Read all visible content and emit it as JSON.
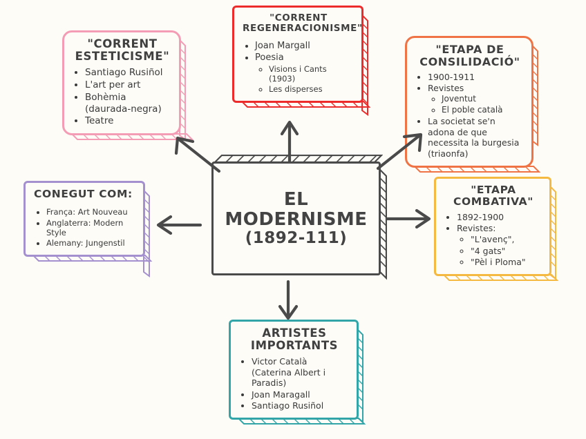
{
  "diagram": {
    "background_color": "#fdfcf7",
    "central": {
      "title_line1": "EL",
      "title_line2": "MODERNISME",
      "title_line3": "(1892-111)",
      "border_color": "#4a4a4a"
    },
    "nodes": {
      "esteticisme": {
        "color": "#f49cb6",
        "title_line1": "\"CORRENT",
        "title_line2": "ESTETICISME\"",
        "items": [
          "Santiago Rusiñol",
          "L'art per art",
          "Bohèmia (daurada-negra)",
          "Teatre"
        ]
      },
      "regeneracionisme": {
        "color": "#ee2b2b",
        "title_line1": "\"CORRENT",
        "title_line2": "REGENERACIONISME\"",
        "item1": "Joan Margall",
        "item2": "Poesia",
        "subitems": [
          "Visions i Cants (1903)",
          "Les disperses"
        ]
      },
      "consolidacio": {
        "color": "#ef7345",
        "title_line1": "\"ETAPA DE",
        "title_line2": "CONSILIDACIÓ\"",
        "item1": "1900-1911",
        "item2": "Revistes",
        "subitems": [
          "Joventut",
          "El poble català"
        ],
        "item3": "La societat se'n adona de que necessita la burgesia (triaonfa)"
      },
      "combativa": {
        "color": "#f5b942",
        "title_line1": "\"ETAPA",
        "title_line2": "COMBATIVA\"",
        "item1": "1892-1900",
        "item2": "Revistes:",
        "subitems": [
          "\"L'avenç\",",
          "\"4 gats\"",
          "\"Pèl i Ploma\""
        ]
      },
      "artistes": {
        "color": "#31a5a8",
        "title_line1": "ARTISTES",
        "title_line2": "IMPORTANTS",
        "items": [
          "Victor Català (Caterina Albert i Paradis)",
          "Joan Maragall",
          "Santiago Rusiñol"
        ]
      },
      "conegut": {
        "color": "#a48fcf",
        "title": "CONEGUT COM:",
        "items": [
          "França: Art Nouveau",
          "Anglaterra: Modern Style",
          "Alemany: Jungenstil"
        ]
      }
    },
    "arrows": [
      {
        "name": "arrow-to-esteticisme",
        "direction": "up-left"
      },
      {
        "name": "arrow-to-regeneracionisme",
        "direction": "up"
      },
      {
        "name": "arrow-to-consolidacio",
        "direction": "up-right"
      },
      {
        "name": "arrow-to-combativa",
        "direction": "right"
      },
      {
        "name": "arrow-to-artistes",
        "direction": "down"
      },
      {
        "name": "arrow-to-conegut",
        "direction": "left"
      }
    ]
  }
}
